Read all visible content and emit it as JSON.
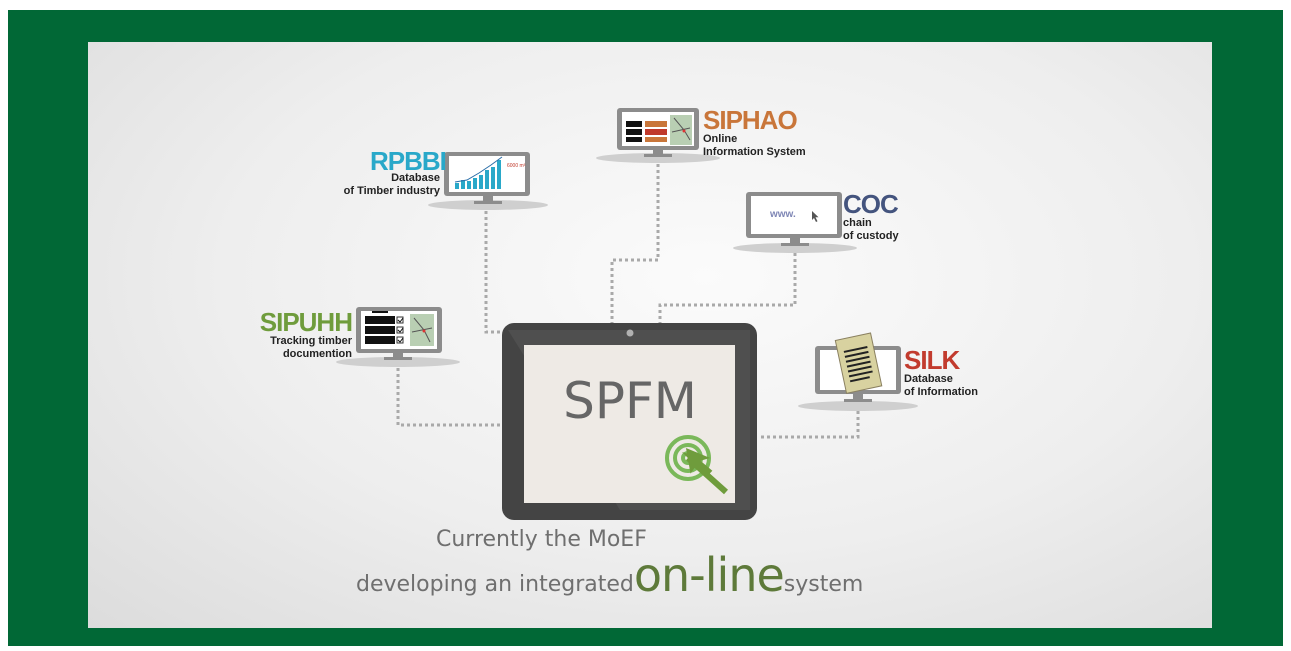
{
  "center": {
    "label": "SPFM"
  },
  "nodes": {
    "rpbbi": {
      "code": "RPBBI",
      "desc1": "Database",
      "desc2": "of Timber industry",
      "chart_value": "6000 m³",
      "color": "#29a8c9"
    },
    "siphao": {
      "code": "SIPHAO",
      "desc1": "Online",
      "desc2": "Information System",
      "color": "#c9763a"
    },
    "coc": {
      "code": "COC",
      "desc1": "chain",
      "desc2": "of custody",
      "screen_text": "www.",
      "color": "#44547e"
    },
    "sipuhh": {
      "code": "SIPUHH",
      "desc1": "Tracking timber",
      "desc2": "documention",
      "color": "#6f9c3c"
    },
    "silk": {
      "code": "SILK",
      "desc1": "Database",
      "desc2": "of Information",
      "color": "#c23b2e"
    }
  },
  "caption": {
    "line1": "Currently the MoEF",
    "line2_a": "developing an integrated",
    "line2_big": "on-line",
    "line2_b": "system"
  },
  "colors": {
    "frame": "#016836",
    "link": "#a9a9a9",
    "monitor": "#8c8c8c",
    "tablet": "#4a4a4a",
    "accent": "#77b85a"
  }
}
